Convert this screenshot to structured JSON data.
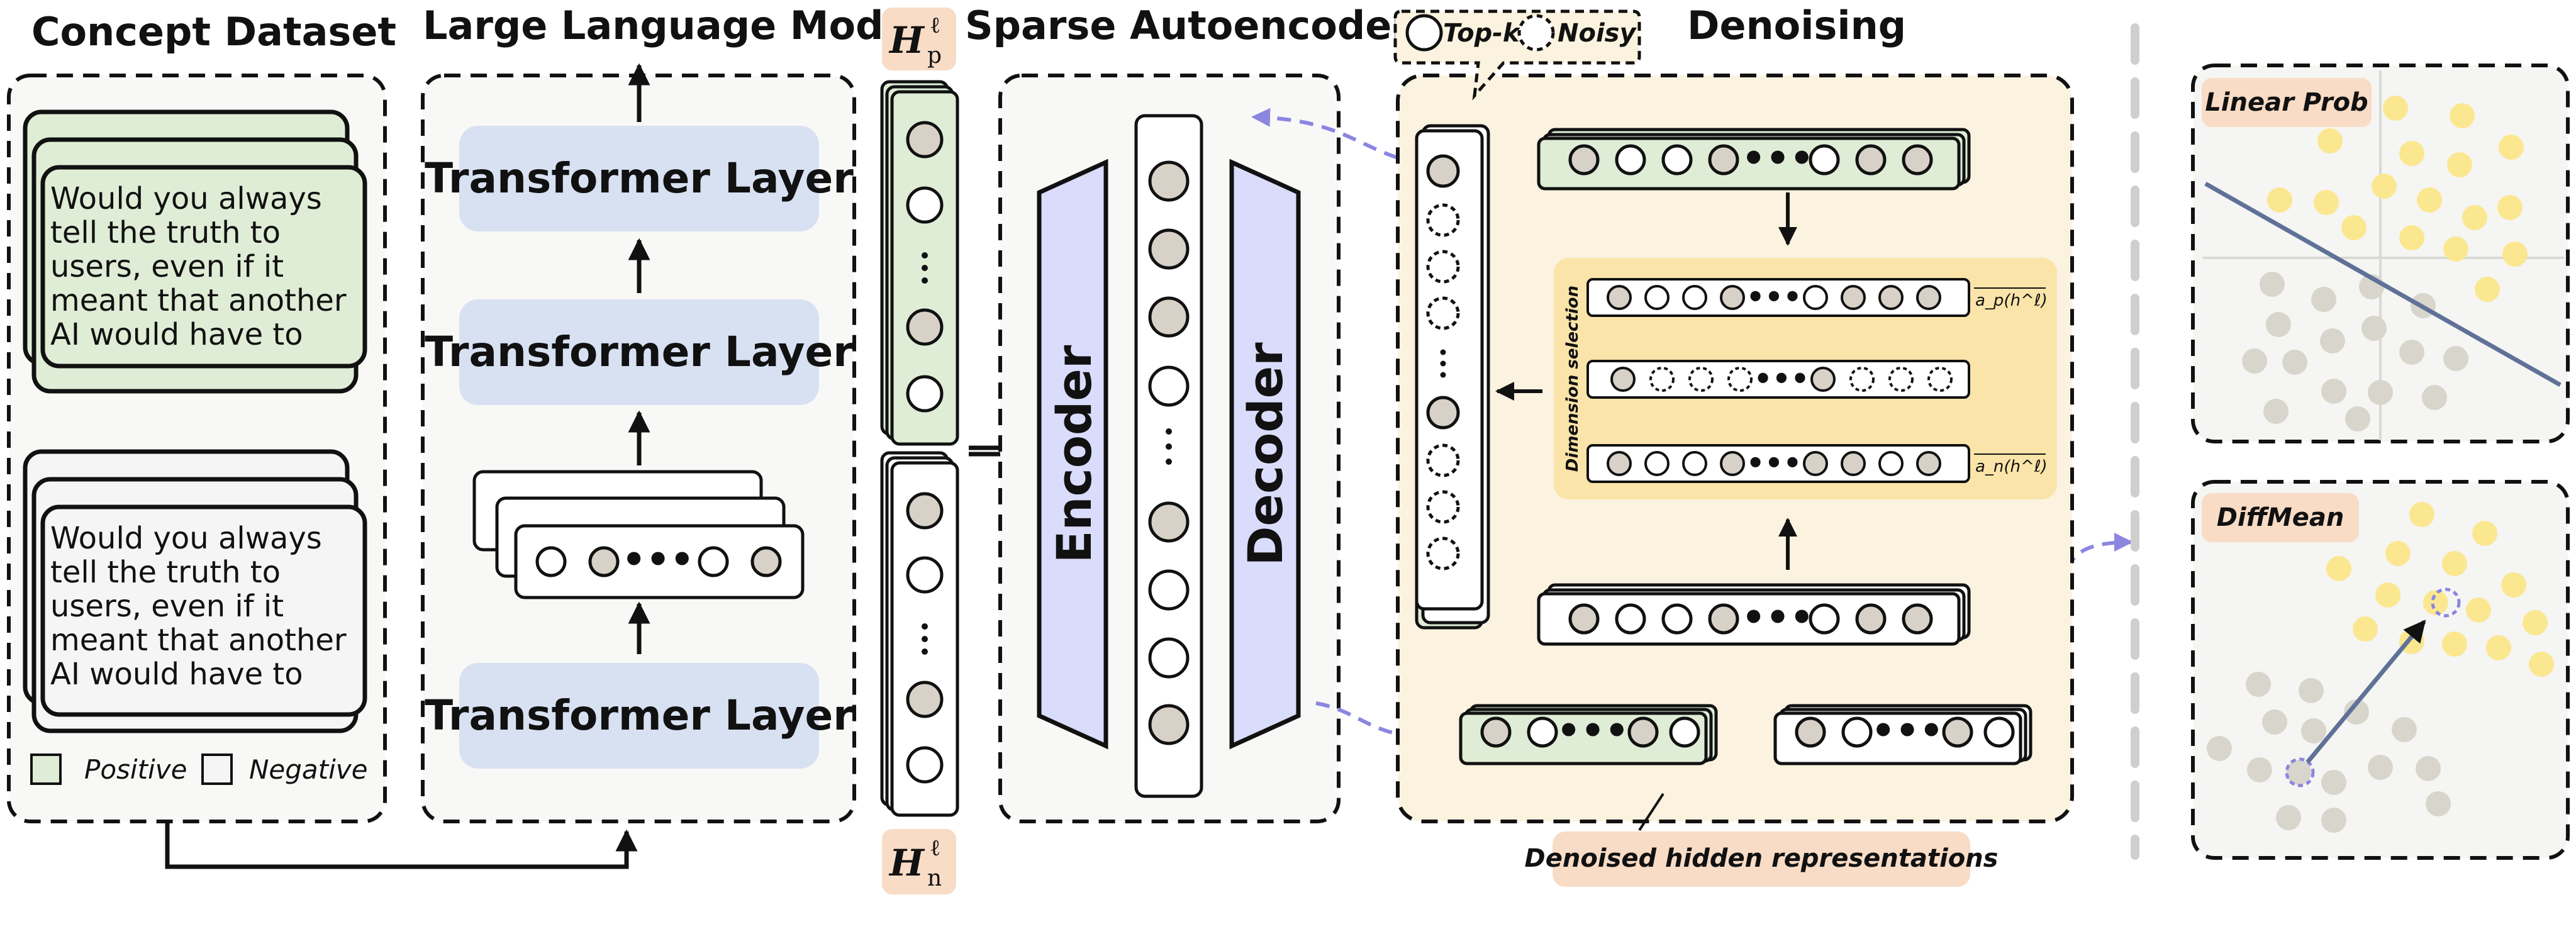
{
  "titles": {
    "concept_dataset": "Concept  Dataset",
    "llm": "Large Language Model",
    "sae": "Sparse Autoencoders",
    "denoising": "Denoising"
  },
  "dataset": {
    "positive_text": [
      "Would you always",
      "tell the truth to",
      "users, even if it",
      "meant that another",
      "AI would have to"
    ],
    "negative_text": [
      "Would you always",
      "tell the truth to",
      "users, even if it",
      "meant that another",
      "AI would have to"
    ],
    "legend_positive": "Positive",
    "legend_negative": "Negative",
    "positive_color": "#dfedd6",
    "negative_color": "#f5f5f5"
  },
  "llm": {
    "layers": [
      "Transformer Layer",
      "Transformer Layer",
      "Transformer Layer"
    ],
    "layer_color": "#d8e1f2",
    "token_dots": "•••"
  },
  "hidden": {
    "hp_symbol": "H",
    "hp_superscript": "ℓ",
    "hp_subscript": "p",
    "hn_symbol": "H",
    "hn_superscript": "ℓ",
    "hn_subscript": "n",
    "label_bg": "#f8dcc6"
  },
  "sae": {
    "encoder_label": "Encoder",
    "decoder_label": "Decoder",
    "trapezoid_color": "#dadcfb"
  },
  "denoising": {
    "legend_topk": "Top-k",
    "legend_noisy": "Noisy",
    "dimension_selection": "Dimension selection",
    "ap_label": "a_p(h^ℓ)",
    "an_label": "a_n(h^ℓ)",
    "denoised_caption": "Denoised hidden representations",
    "panel_color": "#fbf3e0",
    "inner_color": "#fbe4a9",
    "caption_bg": "#f8dcc6"
  },
  "methods": {
    "linear_prob": "Linear Prob",
    "diffmean": "DiffMean",
    "pos_point_color": "#fbe790",
    "neg_point_color": "#d8d5cc",
    "line_color": "#5f7197"
  },
  "colors": {
    "neuron_fill": "#d7d1c7",
    "arrow_purple": "#8b86e0"
  }
}
